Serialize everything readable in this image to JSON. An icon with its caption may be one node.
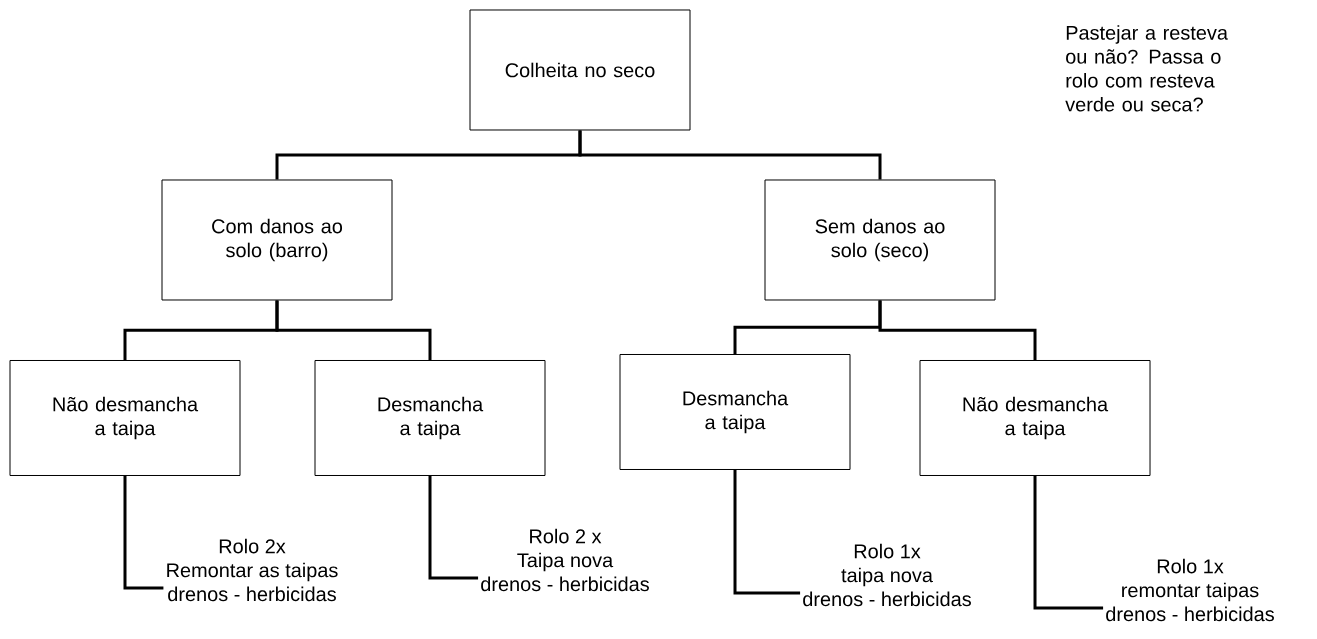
{
  "diagram": {
    "nodes": [
      {
        "text": [
          "Colheita no seco"
        ]
      },
      {
        "text": [
          "Com danos ao solo (barro)"
        ]
      },
      {
        "text": [
          "Sem danos ao solo (seco)"
        ]
      },
      {
        "text": [
          "Não desmancha a taipa"
        ]
      },
      {
        "text": [
          "Desmancha a taipa"
        ]
      },
      {
        "text": [
          "Desmancha a taipa"
        ]
      },
      {
        "text": [
          "Não desmancha a taipa"
        ]
      },
      {
        "text": [
          "Rolo 2x",
          "Remontar as taipas",
          "drenos - herbicidas"
        ]
      },
      {
        "text": [
          "Rolo 2 x",
          "Taipa nova",
          "drenos - herbicidas"
        ]
      },
      {
        "text": [
          "Rolo 1x",
          "taipa nova",
          "drenos - herbicidas"
        ]
      },
      {
        "text": [
          "Rolo 1x",
          "remontar taipas",
          "drenos - herbicidas"
        ]
      }
    ],
    "edges": [
      {
        "from": 0,
        "to": 1,
        "arrow": "none"
      },
      {
        "from": 0,
        "to": 2,
        "arrow": "none"
      },
      {
        "from": 1,
        "to": 3,
        "arrow": "none"
      },
      {
        "from": 1,
        "to": 4,
        "arrow": "none"
      },
      {
        "from": 2,
        "to": 5,
        "arrow": "none"
      },
      {
        "from": 2,
        "to": 6,
        "arrow": "none"
      },
      {
        "from": 3,
        "to": 7,
        "arrow": "none"
      },
      {
        "from": 4,
        "to": 8,
        "arrow": "none"
      },
      {
        "from": 5,
        "to": 9,
        "arrow": "none"
      },
      {
        "from": 6,
        "to": 10,
        "arrow": "none"
      }
    ],
    "labels": [
      "Pastejar a resteva ou não? Passa o rolo com resteva verde ou seca?"
    ]
  }
}
